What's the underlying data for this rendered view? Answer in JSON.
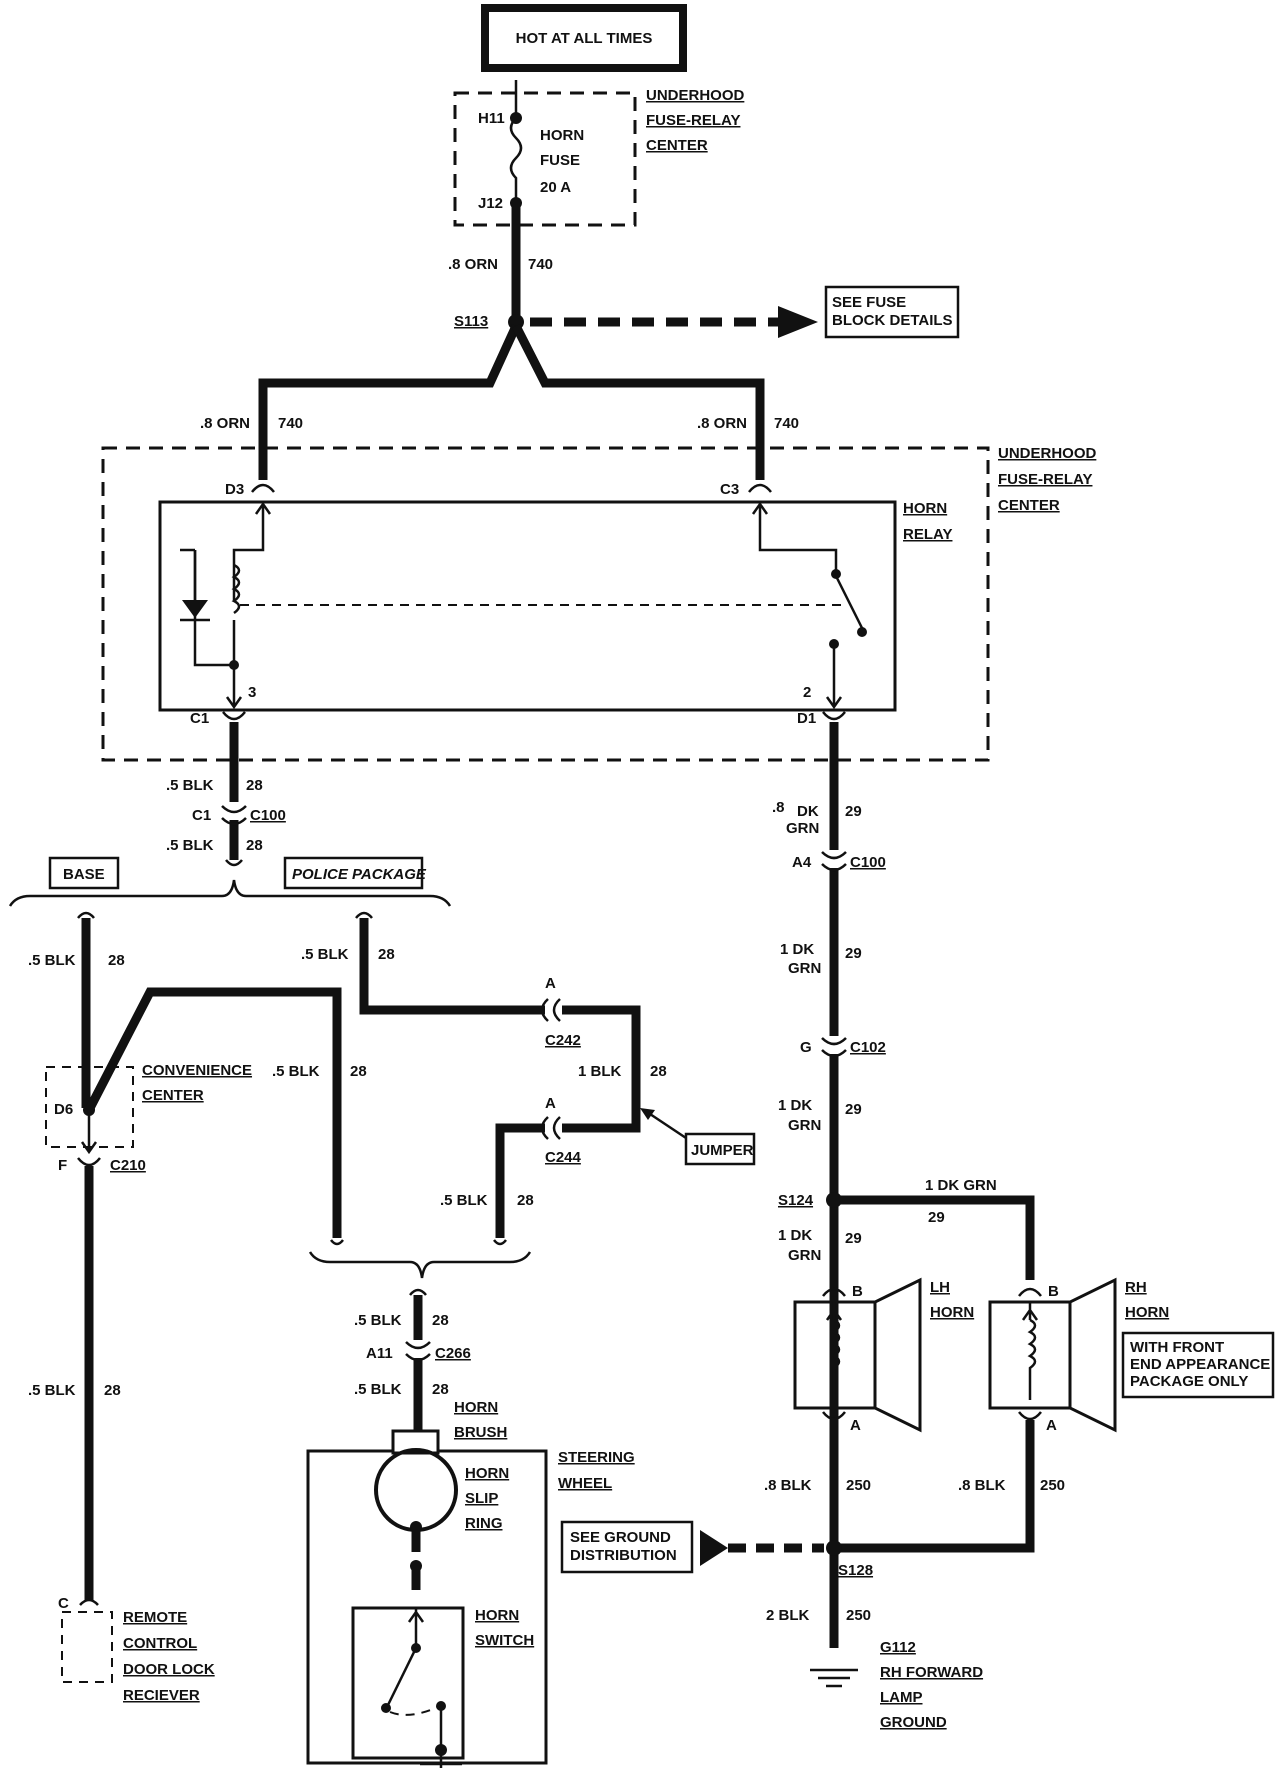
{
  "hot_box": "HOT AT ALL TIMES",
  "fuse_center_1": [
    "UNDERHOOD",
    "FUSE-RELAY",
    "CENTER"
  ],
  "fuse": {
    "top_pin": "H11",
    "bottom_pin": "J12",
    "label": [
      "HORN",
      "FUSE",
      "20 A"
    ]
  },
  "wire_740": {
    "gauge": ".8 ORN",
    "circuit": "740"
  },
  "splice_s113": "S113",
  "see_fuse_block": [
    "SEE FUSE",
    "BLOCK DETAILS"
  ],
  "fuse_center_2": [
    "UNDERHOOD",
    "FUSE-RELAY",
    "CENTER"
  ],
  "relay": {
    "label": [
      "HORN",
      "RELAY"
    ],
    "pin_d3": "D3",
    "pin_c3": "C3",
    "pin_c1": "C1",
    "pin_d1": "D1",
    "term_3": "3",
    "term_2": "2"
  },
  "wire_28": {
    "gauge_05": ".5 BLK",
    "gauge_1": "1 BLK",
    "circuit": "28"
  },
  "connector_c100_left": {
    "pin": "C1",
    "name": "C100"
  },
  "branch_base": "BASE",
  "branch_police": "POLICE PACKAGE",
  "convenience": {
    "pin": "D6",
    "label": [
      "CONVENIENCE",
      "CENTER"
    ],
    "conn_pin": "F",
    "conn": "C210"
  },
  "c242": {
    "pin": "A",
    "name": "C242"
  },
  "c244": {
    "pin": "A",
    "name": "C244"
  },
  "jumper": "JUMPER",
  "c266": {
    "pin": "A11",
    "name": "C266"
  },
  "horn_brush": [
    "HORN",
    "BRUSH"
  ],
  "steering_wheel": [
    "STEERING",
    "WHEEL"
  ],
  "slip_ring": [
    "HORN",
    "SLIP",
    "RING"
  ],
  "horn_switch": [
    "HORN",
    "SWITCH"
  ],
  "rcdl": {
    "pin": "C",
    "label": [
      "REMOTE",
      "CONTROL",
      "DOOR LOCK",
      "RECIEVER"
    ]
  },
  "wire_29": {
    "gauge_8": [
      ".8",
      "DK",
      "GRN"
    ],
    "gauge_1": [
      "1 DK",
      "GRN"
    ],
    "gauge_h": "1 DK  GRN",
    "circuit": "29"
  },
  "c100_right": {
    "pin": "A4",
    "name": "C100"
  },
  "c102": {
    "pin": "G",
    "name": "C102"
  },
  "splice_s124": "S124",
  "lh_horn": {
    "pin_b": "B",
    "pin_a": "A",
    "label": [
      "LH",
      "HORN"
    ]
  },
  "rh_horn": {
    "pin_b": "B",
    "pin_a": "A",
    "label": [
      "RH",
      "HORN"
    ],
    "note": [
      "WITH FRONT",
      "END APPEARANCE",
      "PACKAGE ONLY"
    ]
  },
  "wire_250": {
    "gauge_8": ".8 BLK",
    "gauge_2": "2 BLK",
    "circuit": "250"
  },
  "see_ground": [
    "SEE GROUND",
    "DISTRIBUTION"
  ],
  "splice_s128": "S128",
  "ground_g112": [
    "G112",
    "RH FORWARD",
    "LAMP",
    "GROUND"
  ]
}
